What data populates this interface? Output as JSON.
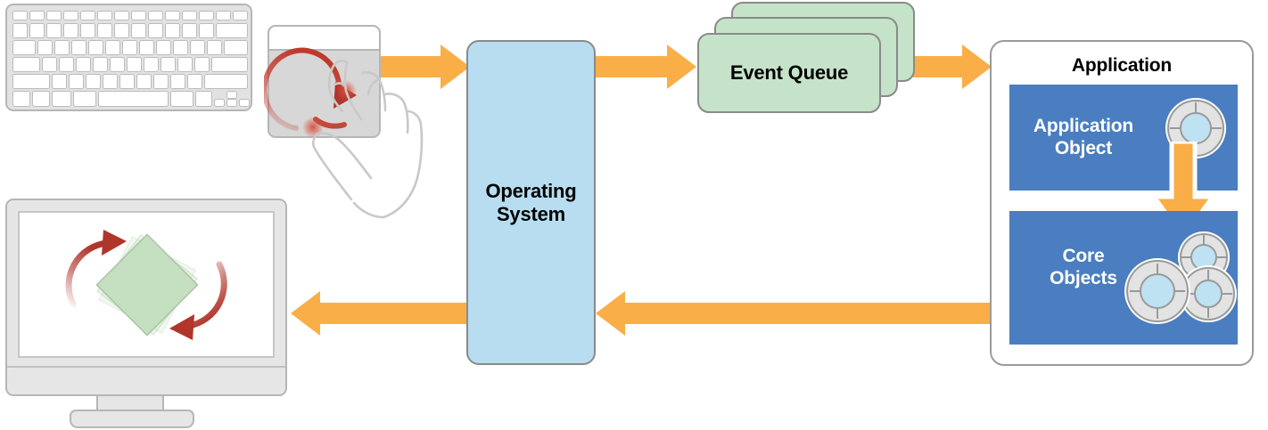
{
  "diagram": {
    "title": "Event handling flow: input device to application and back to display",
    "colors": {
      "arrow_orange": "#F9AE48",
      "os_fill": "#B8DDF0",
      "event_queue_fill": "#C5E3C8",
      "app_band_fill": "#4A7EC0",
      "device_gray": "#E2E2E2",
      "outline_gray": "#B6B6B6",
      "gesture_red": "#C0392B",
      "shape_green": "#C3DEBE",
      "band_text": "#FFFFFF"
    }
  },
  "os": {
    "label_line1": "Operating",
    "label_line2": "System",
    "name": "operating-system"
  },
  "event_queue": {
    "label": "Event Queue",
    "card_count": 3
  },
  "application": {
    "title": "Application",
    "bands": [
      {
        "label_line1": "Application",
        "label_line2": "Object",
        "icon": "core-object-icon"
      },
      {
        "label_line1": "Core",
        "label_line2": "Objects",
        "icon": "core-object-icon"
      }
    ]
  },
  "devices": {
    "keyboard": {
      "name": "keyboard"
    },
    "trackpad": {
      "name": "trackpad",
      "gesture": "rotate-two-finger"
    },
    "monitor": {
      "name": "display-monitor",
      "content": "rotating-green-square"
    }
  },
  "arrows": [
    {
      "name": "arrow-input-to-os",
      "direction": "right"
    },
    {
      "name": "arrow-os-to-event-queue",
      "direction": "right"
    },
    {
      "name": "arrow-event-queue-to-app",
      "direction": "right"
    },
    {
      "name": "arrow-app-object-to-core",
      "direction": "down"
    },
    {
      "name": "arrow-app-to-os",
      "direction": "left"
    },
    {
      "name": "arrow-os-to-display",
      "direction": "left"
    }
  ]
}
